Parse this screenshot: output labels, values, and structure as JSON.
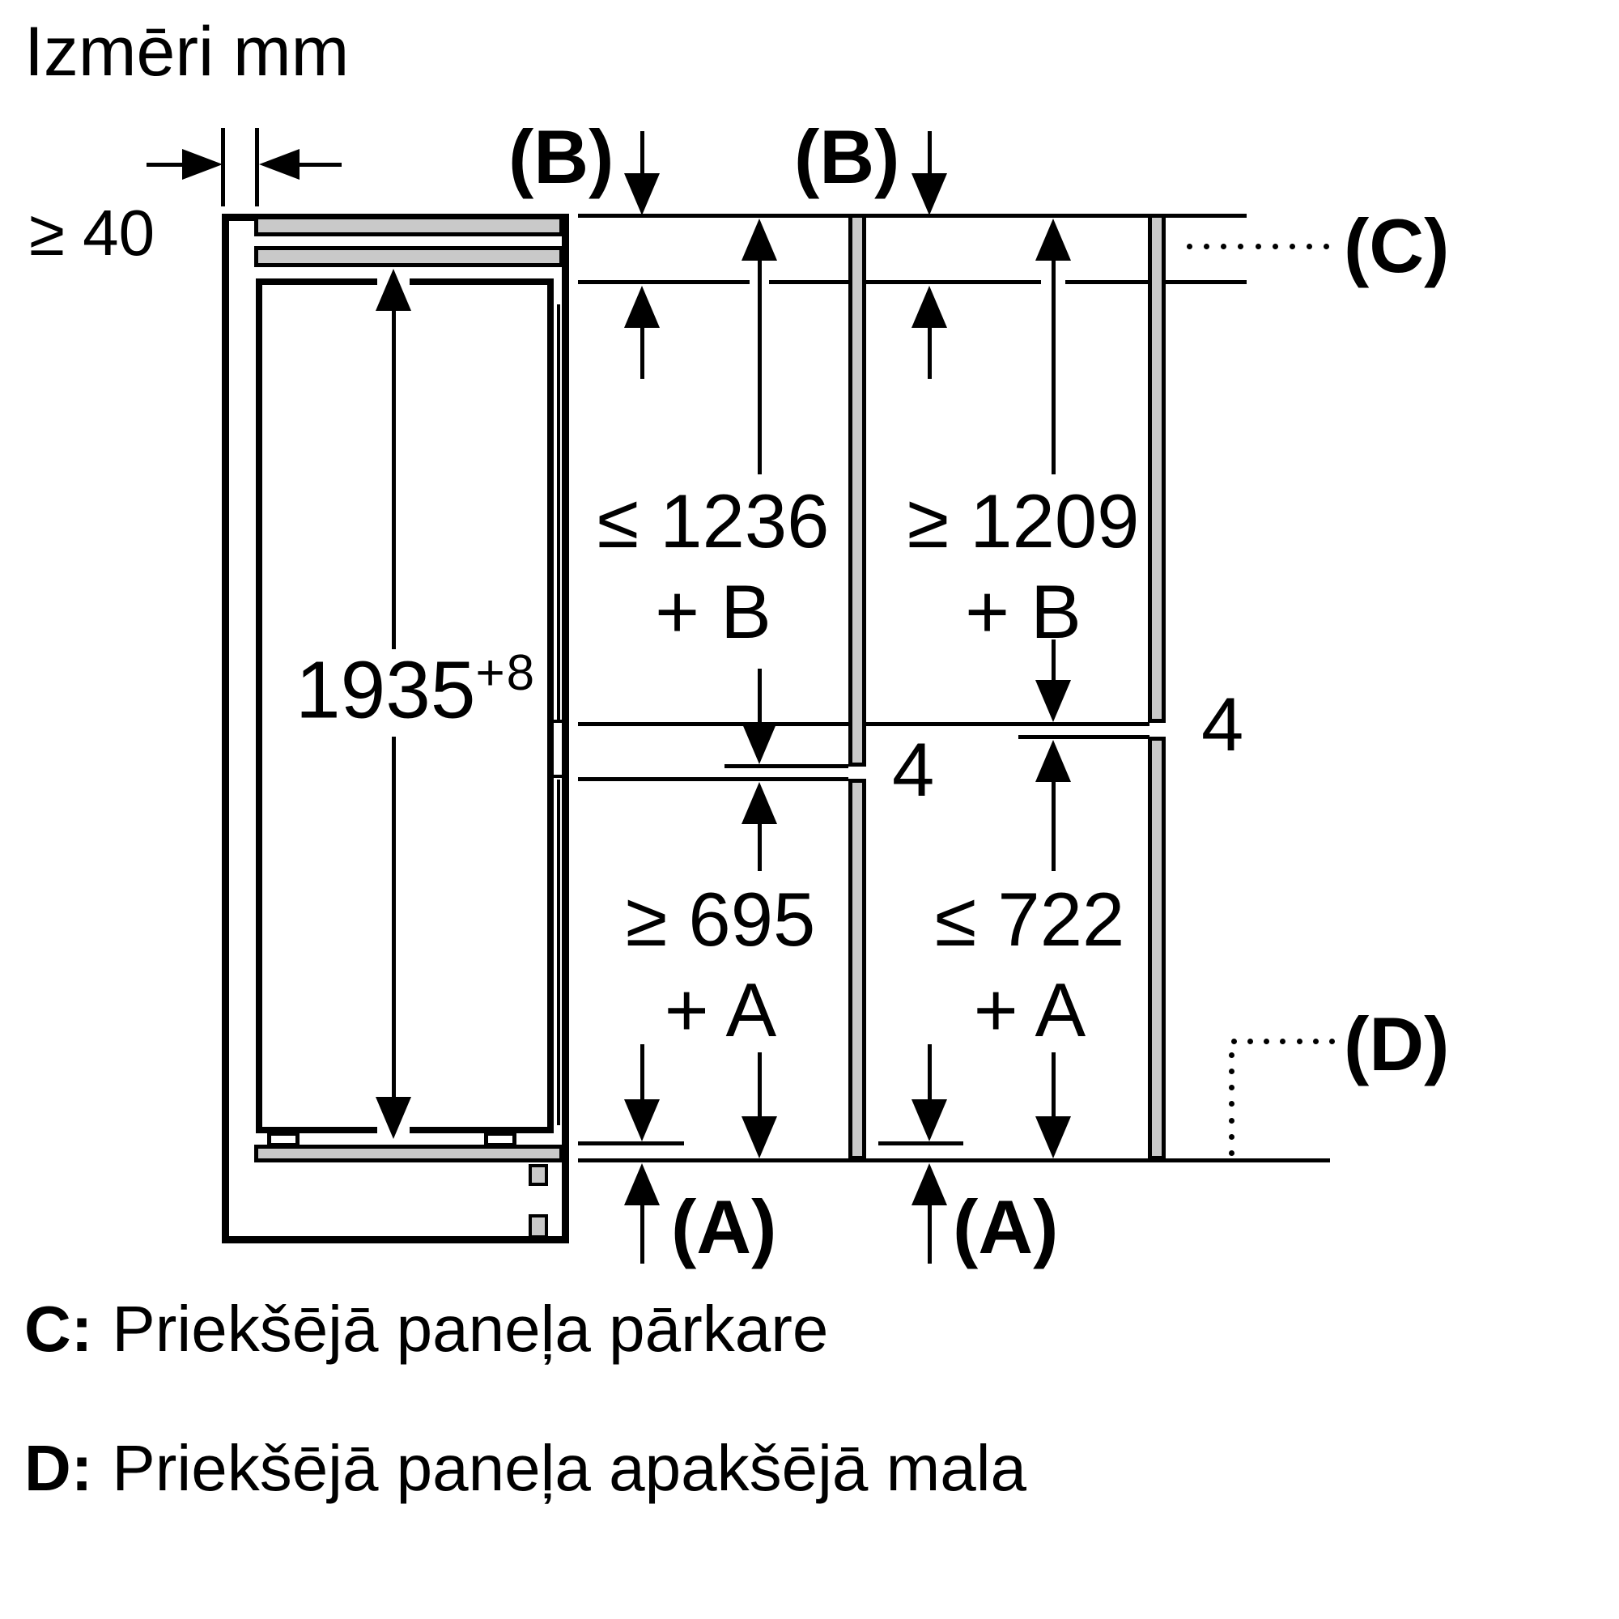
{
  "meta": {
    "background_color": "#ffffff",
    "line_color": "#000000",
    "panel_gray_color": "#c9c9c9",
    "description_names": [
      "niche-cross-section",
      "door-panel-bars"
    ]
  },
  "title": "Izmēri mm",
  "wall_thickness_label": "≥ 40",
  "niche_height": {
    "value": "1935",
    "tolerance": "+8"
  },
  "top_labels": {
    "b_left": "(B)",
    "b_right": "(B)"
  },
  "side_labels": {
    "c": "(C)",
    "d": "(D)"
  },
  "bottom_labels": {
    "a_left": "(A)",
    "a_right": "(A)"
  },
  "dimensions": {
    "upper_left_line1": "≤ 1236",
    "upper_left_line2": "+ B",
    "upper_right_line1": "≥ 1209",
    "upper_right_line2": "+ B",
    "lower_left_line1": "≥ 695",
    "lower_left_line2": "+ A",
    "lower_right_line1": "≤ 722",
    "lower_right_line2": "+ A",
    "gap_left": "4",
    "gap_right": "4"
  },
  "legend": {
    "c_key": "C:",
    "c_text": "Priekšējā paneļa pārkare",
    "d_key": "D:",
    "d_text": "Priekšējā paneļa apakšējā mala"
  }
}
